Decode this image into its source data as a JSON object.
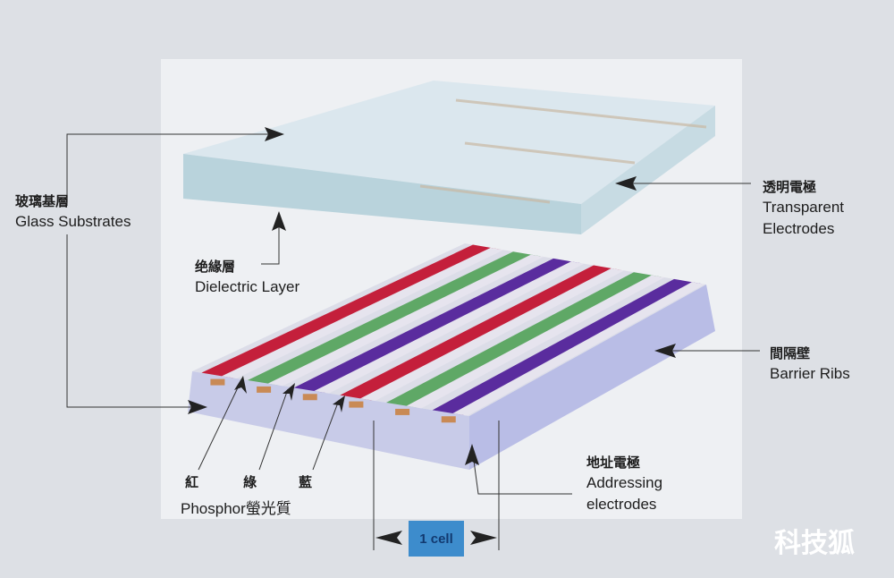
{
  "labels": {
    "glass_zh": "玻璃基層",
    "glass_en": "Glass Substrates",
    "dielectric_zh": "绝緣層",
    "dielectric_en": "Dielectric Layer",
    "transparent_zh": "透明電極",
    "transparent_en1": "Transparent",
    "transparent_en2": "Electrodes",
    "ribs_zh": "間隔壁",
    "ribs_en": "Barrier Ribs",
    "addr_zh": "地址電極",
    "addr_en1": "Addressing",
    "addr_en2": "electrodes",
    "red_zh": "紅",
    "green_zh": "綠",
    "blue_zh": "藍",
    "phosphor": "Phosphor螢光質",
    "cell": "1 cell"
  },
  "watermark": "科技狐",
  "colors": {
    "red": "#c41f3b",
    "green": "#5fa866",
    "blue": "#5a2c9e",
    "cell_box": "#3d8ccc"
  }
}
